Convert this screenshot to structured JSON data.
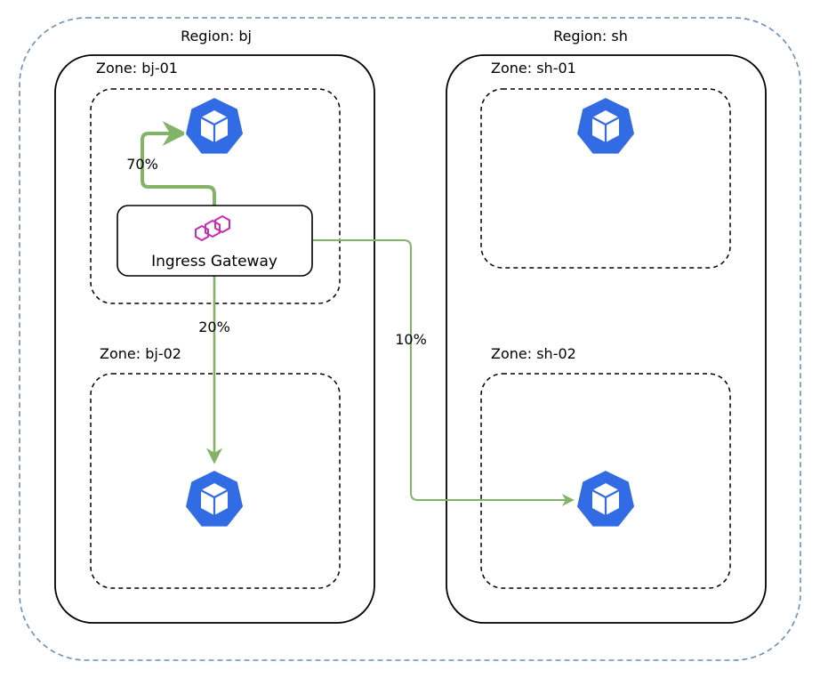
{
  "diagram": {
    "regions": [
      {
        "id": "bj",
        "label": "Region: bj"
      },
      {
        "id": "sh",
        "label": "Region: sh"
      }
    ],
    "zones": [
      {
        "id": "bj-01",
        "label": "Zone: bj-01"
      },
      {
        "id": "bj-02",
        "label": "Zone: bj-02"
      },
      {
        "id": "sh-01",
        "label": "Zone: sh-01"
      },
      {
        "id": "sh-02",
        "label": "Zone: sh-02"
      }
    ],
    "gateway": {
      "label": "Ingress Gateway",
      "icon": "envoy-icon"
    },
    "services": [
      {
        "zone": "bj-01",
        "icon": "kubernetes-cube-icon"
      },
      {
        "zone": "bj-02",
        "icon": "kubernetes-cube-icon"
      },
      {
        "zone": "sh-01",
        "icon": "kubernetes-cube-icon"
      },
      {
        "zone": "sh-02",
        "icon": "kubernetes-cube-icon"
      }
    ],
    "routes": [
      {
        "to": "bj-01",
        "weight": "70%"
      },
      {
        "to": "bj-02",
        "weight": "20%"
      },
      {
        "to": "sh-02",
        "weight": "10%"
      }
    ],
    "colors": {
      "outer_border": "#6c8ebf",
      "route_line": "#82b366",
      "k8s_blue": "#326ce5",
      "envoy_magenta": "#c62bb6"
    }
  }
}
